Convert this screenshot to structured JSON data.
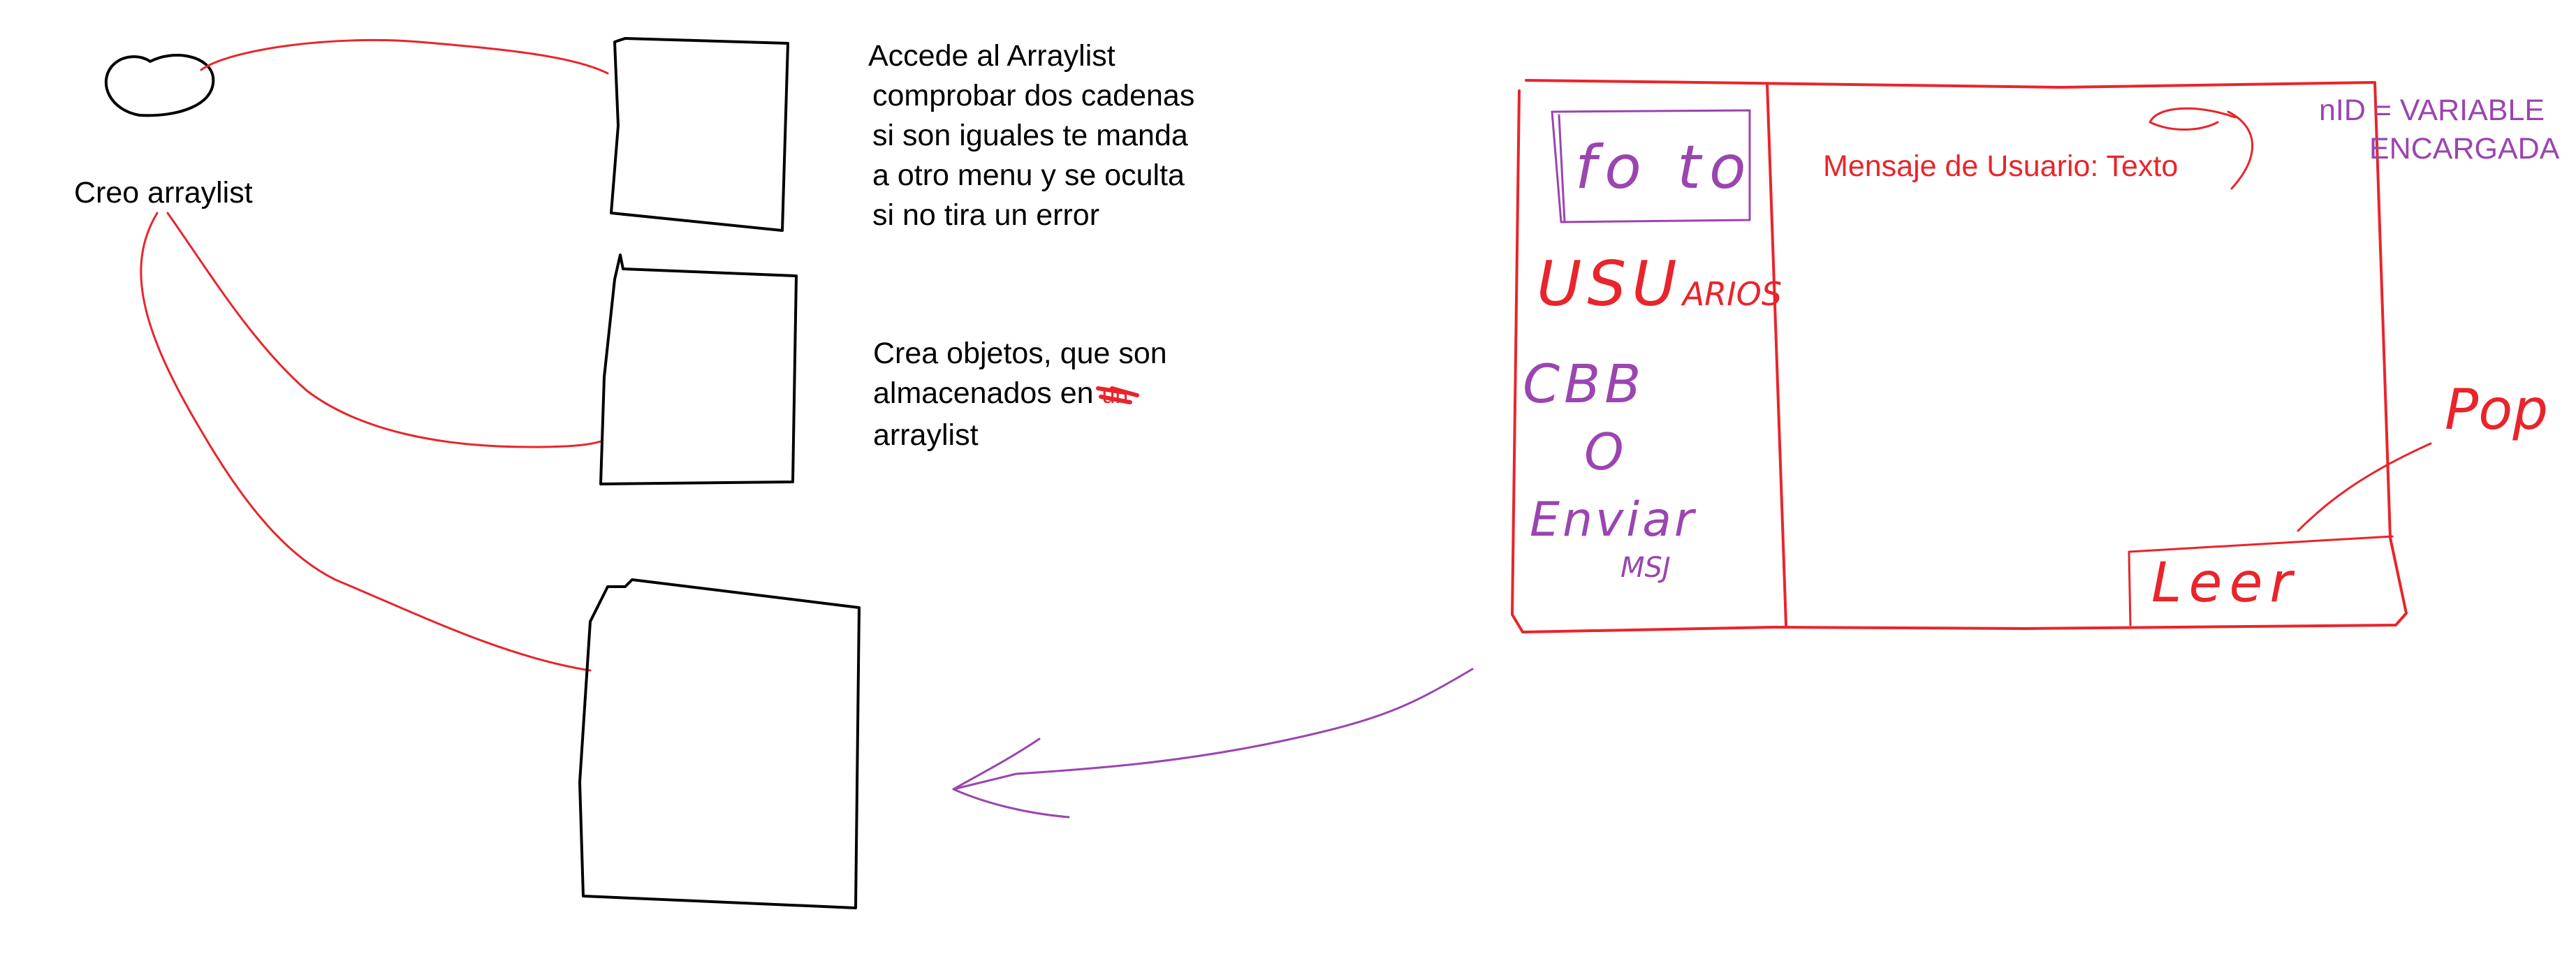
{
  "colors": {
    "ink": "#000000",
    "red": "#e8252b",
    "purple": "#9a45b0",
    "background": "#ffffff"
  },
  "left_sketch": {
    "circle_label": "Creo arraylist",
    "box1_note": [
      "Accede al Arraylist",
      "comprobar dos cadenas",
      "si son iguales te manda",
      "a otro menu y se oculta",
      "si no tira un error"
    ],
    "box2_note": [
      "Crea objetos, que son",
      "almacenados en",
      "arraylist"
    ],
    "box2_scribble": "un"
  },
  "right_sketch": {
    "photo_label": "fo to",
    "users_label": "USU",
    "users_suffix": "ARIOS",
    "cbb_label": "CBB",
    "o_label": "O",
    "send_label": "Enviar",
    "send_suffix": "MSJ",
    "message_label": "Mensaje de Usuario: Texto",
    "variable_line1": "nID  = VARIABLE",
    "variable_line2": "ENCARGADA",
    "read_button": "Leer",
    "popup_label": "Pop"
  }
}
